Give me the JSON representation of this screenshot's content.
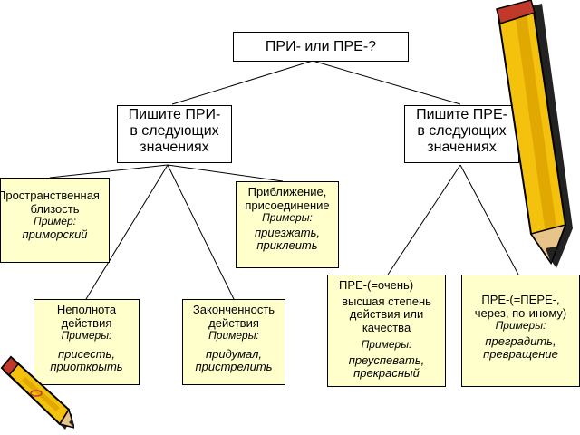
{
  "root": {
    "label": "ПРИ- или ПРЕ-?"
  },
  "pri": {
    "line1": "Пишите ПРИ-",
    "line2": "в следующих",
    "line3": "значениях"
  },
  "pre": {
    "line1": "Пишите ПРЕ-",
    "line2": "в следующих",
    "line3": "значениях"
  },
  "spatial": {
    "line1": "Пространственная",
    "line2": "близость",
    "example_label": "Пример:",
    "example": "приморский"
  },
  "approach": {
    "line1": "Приближение,",
    "line2": "присоединение",
    "example_label": "Примеры:",
    "example1": "приезжать,",
    "example2": "приклеить"
  },
  "incomplete": {
    "line1": "Неполнота",
    "line2": "действия",
    "example_label": "Примеры:",
    "example1": "присесть,",
    "example2": "приоткрыть"
  },
  "complete": {
    "line1": "Законченность",
    "line2": "действия",
    "example_label": "Примеры:",
    "example1": "придумал,",
    "example2": "пристрелить"
  },
  "very": {
    "line1": "ПРЕ-(=очень)",
    "line2": "высшая степень",
    "line3": "действия или",
    "line4": "качества",
    "example_label": "Примеры:",
    "example1": "преуспевать,",
    "example2": "прекрасный"
  },
  "pere": {
    "line1": "ПРЕ-(=ПЕРЕ-,",
    "line2": "через, по-иному)",
    "example_label": "Примеры:",
    "example1": "преградить,",
    "example2": "превращение"
  },
  "decor": {
    "pencil_icon": "pencil-icon",
    "crayon_color": "#f4c20d",
    "tip_color": "#c0392b"
  }
}
